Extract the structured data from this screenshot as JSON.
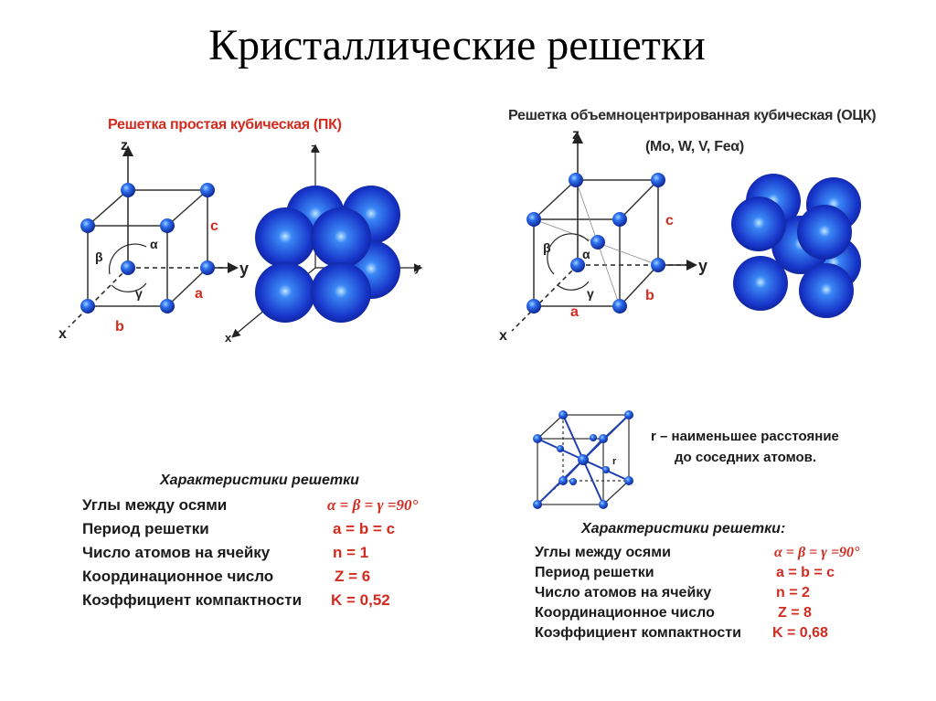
{
  "title": "Кристаллические решетки",
  "pk": {
    "caption": "Решетка простая кубическая   (ПК)",
    "axes": {
      "z": "z",
      "y": "y",
      "x": "x"
    },
    "edges": {
      "a": "a",
      "b": "b",
      "c": "c"
    },
    "angles": {
      "alpha": "α",
      "beta": "β",
      "gamma": "γ"
    },
    "table_title": "Характеристики  решетки",
    "rows": [
      {
        "label": "Углы между осями",
        "value": "α = β = γ =90°"
      },
      {
        "label": "Период решетки",
        "value": "a = b = c"
      },
      {
        "label": "Число атомов на ячейку",
        "value": "n = 1"
      },
      {
        "label": "Координационное число",
        "value": "Z = 6"
      },
      {
        "label": "Коэффициент компактности",
        "value": "K = 0,52"
      }
    ]
  },
  "ock": {
    "caption": "Решетка объемноцентрированная кубическая (ОЦК)",
    "elements": "(Mo, W, V, Feα)",
    "axes": {
      "z": "z",
      "y": "y",
      "x": "x"
    },
    "edges": {
      "a": "a",
      "b": "b",
      "c": "c"
    },
    "angles": {
      "alpha": "α",
      "beta": "β",
      "gamma": "γ"
    },
    "r_label": "r",
    "r_note_line1": "r – наименьшее расстояние",
    "r_note_line2": "до соседних атомов.",
    "table_title": "Характеристики  решетки:",
    "rows": [
      {
        "label": "Углы между осями",
        "value": "α = β = γ =90°"
      },
      {
        "label": "Период решетки",
        "value": "a = b = c"
      },
      {
        "label": "Число атомов на ячейку",
        "value": "n = 2"
      },
      {
        "label": "Координационное число",
        "value": "Z = 8"
      },
      {
        "label": "Коэффициент компактности",
        "value": "K = 0,68"
      }
    ]
  },
  "colors": {
    "accent_red": "#d22b1f",
    "atom_blue": "#1f4fd8"
  }
}
